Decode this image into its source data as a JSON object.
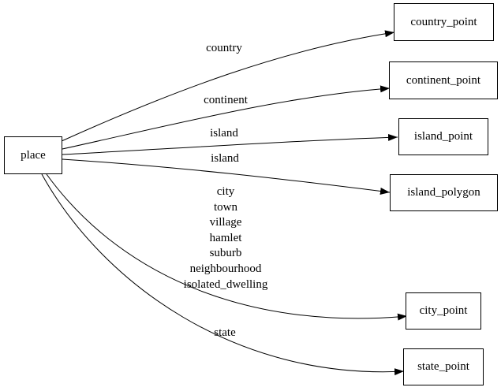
{
  "colors": {
    "background": "#ffffff",
    "node_border": "#000000",
    "edge": "#000000",
    "text": "#000000"
  },
  "nodes": {
    "source": {
      "label": "place"
    },
    "targets": [
      {
        "label": "country_point"
      },
      {
        "label": "continent_point"
      },
      {
        "label": "island_point"
      },
      {
        "label": "island_polygon"
      },
      {
        "label": "city_point"
      },
      {
        "label": "state_point"
      }
    ]
  },
  "edges": [
    {
      "from": "place",
      "to": "country_point",
      "labels": [
        "country"
      ]
    },
    {
      "from": "place",
      "to": "continent_point",
      "labels": [
        "continent"
      ]
    },
    {
      "from": "place",
      "to": "island_point",
      "labels": [
        "island"
      ]
    },
    {
      "from": "place",
      "to": "island_polygon",
      "labels": [
        "island"
      ]
    },
    {
      "from": "place",
      "to": "city_point",
      "labels": [
        "city",
        "town",
        "village",
        "hamlet",
        "suburb",
        "neighbourhood",
        "isolated_dwelling"
      ]
    },
    {
      "from": "place",
      "to": "state_point",
      "labels": [
        "state"
      ]
    }
  ]
}
